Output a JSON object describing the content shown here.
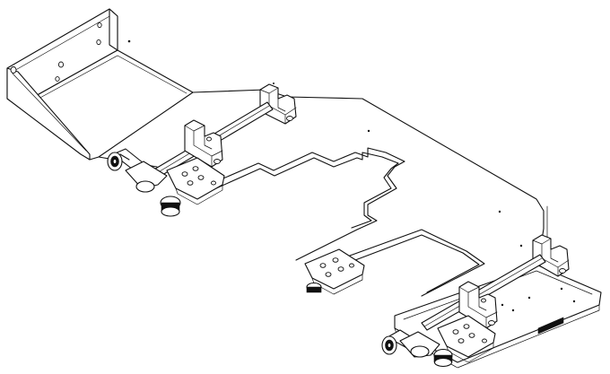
{
  "drawing": {
    "style": "isometric line drawing",
    "stroke_color": "#111111",
    "background_color": "#ffffff"
  },
  "parts": [
    {
      "name": "angled-bracket",
      "label": ""
    },
    {
      "name": "base-plate",
      "label": ""
    },
    {
      "name": "upper-shaft-assembly",
      "label": ""
    },
    {
      "name": "lower-shaft-assembly",
      "label": ""
    },
    {
      "name": "toggle-clamp",
      "label": ""
    }
  ]
}
